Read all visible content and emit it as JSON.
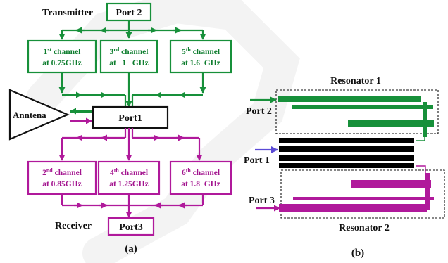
{
  "colors": {
    "transmit": "#17903a",
    "receive": "#b0199b",
    "resonator_black": "#000000",
    "port1_arrow": "#5b4bd6",
    "watermark": "#e9e9e9"
  },
  "panel_a": {
    "caption": "(a)",
    "transmitter_label": "Transmitter",
    "receiver_label": "Receiver",
    "antenna_label": "Anntena",
    "port2": "Port 2",
    "port1": "Port1",
    "port3": "Port3",
    "tx_channels": [
      {
        "num": "1",
        "sup": "st",
        "word": " channel",
        "line2": "at 0.75GHz"
      },
      {
        "num": "3",
        "sup": "rd",
        "word": " channel",
        "line2": "at   1   GHz"
      },
      {
        "num": "5",
        "sup": "th",
        "word": " channel",
        "line2": "at 1.6  GHz"
      }
    ],
    "rx_channels": [
      {
        "num": "2",
        "sup": "nd",
        "word": " channel",
        "line2": "at 0.85GHz"
      },
      {
        "num": "4",
        "sup": "th",
        "word": " channel",
        "line2": "at 1.25GHz"
      },
      {
        "num": "6",
        "sup": "th",
        "word": " channel",
        "line2": "at 1.8  GHz"
      }
    ]
  },
  "panel_b": {
    "caption": "(b)",
    "resonator1": "Resonator 1",
    "resonator2": "Resonator 2",
    "port2": "Port 2",
    "port1": "Port 1",
    "port3": "Port 3"
  }
}
